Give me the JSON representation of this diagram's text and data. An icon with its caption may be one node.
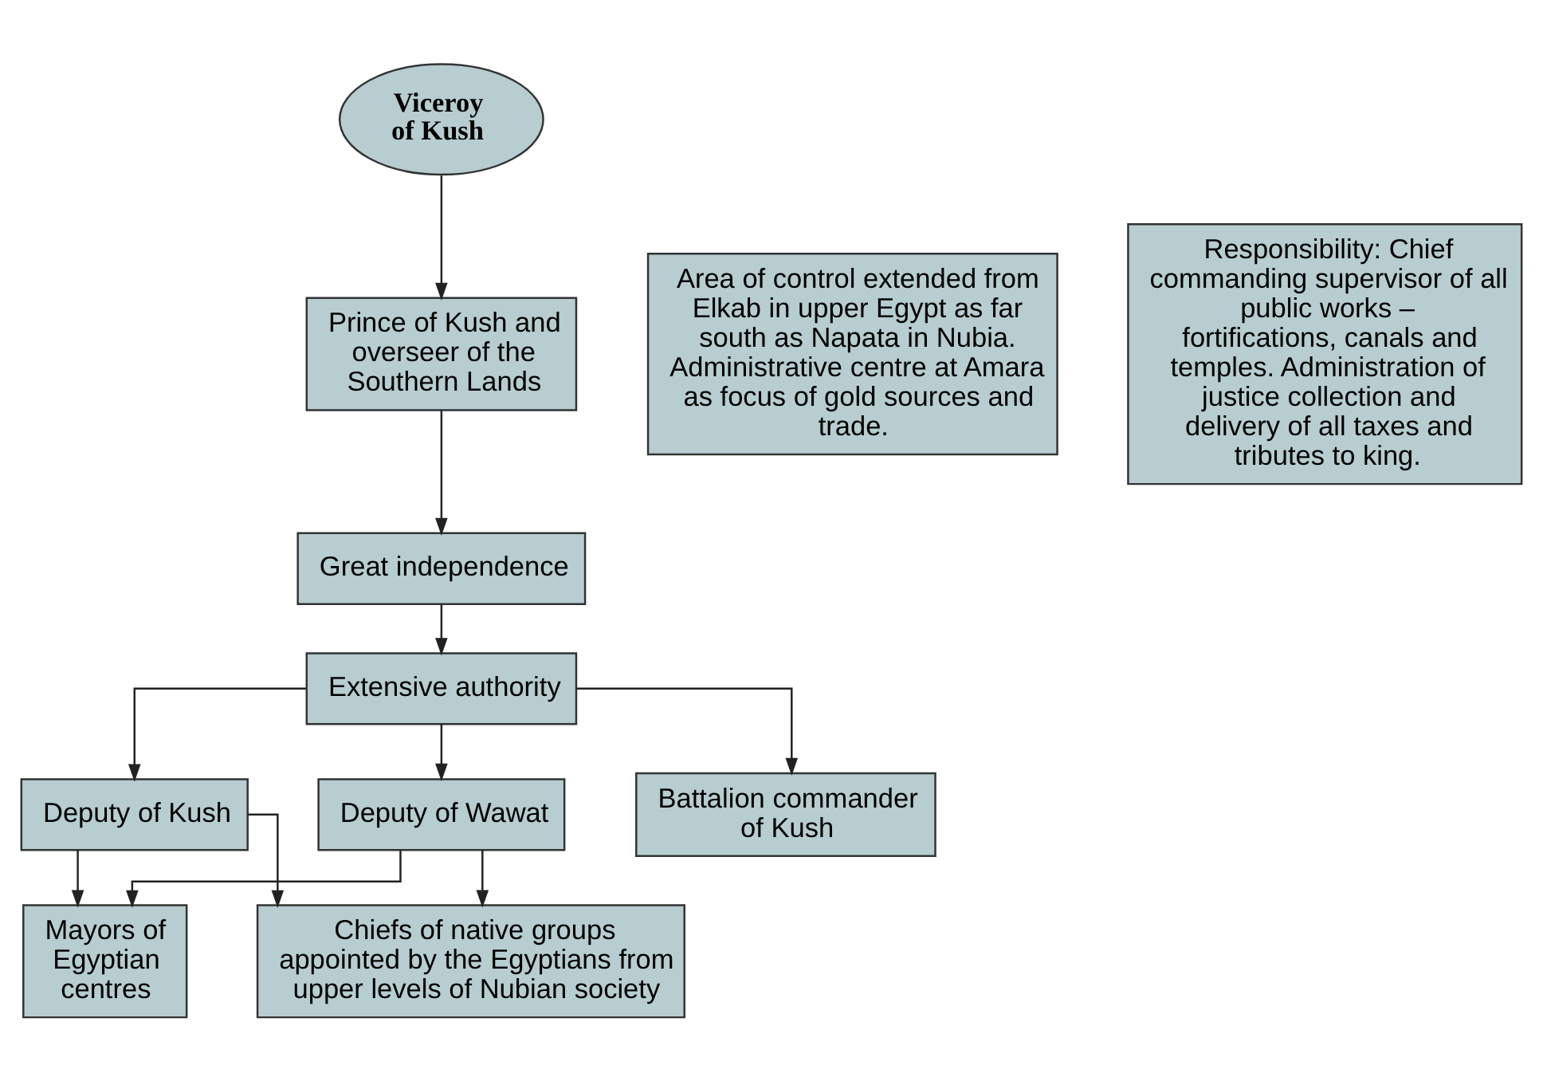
{
  "diagram": {
    "nodes": [
      {
        "text": [
          "Viceroy of Kush"
        ]
      },
      {
        "text": [
          "Area of control extended from Elkab in upper Egypt as far south as Napata in Nubia. Administrative centre at Amara as focus of gold sources and trade."
        ]
      },
      {
        "text": [
          "Prince of Kush and overseer of the Southern Lands"
        ]
      },
      {
        "text": [
          "Responsibility: Chief commanding supervisor of all public works – fortifications, canals and temples. Administration of justice collection and delivery of all taxes and tributes to king."
        ]
      },
      {
        "text": [
          "Great independence"
        ]
      },
      {
        "text": [
          "Extensive authority"
        ]
      },
      {
        "text": [
          "Deputy of Wawat"
        ]
      },
      {
        "text": [
          "Deputy of Kush"
        ]
      },
      {
        "text": [
          "Battalion commander of Kush"
        ]
      },
      {
        "text": [
          "Mayors of Egyptian centres"
        ]
      },
      {
        "text": [
          "Chiefs of native groups appointed by the Egyptians from upper levels of Nubian society"
        ]
      }
    ],
    "edges": [
      {
        "from": 0,
        "to": 2,
        "arrow": "to"
      },
      {
        "from": 2,
        "to": 4,
        "arrow": "to"
      },
      {
        "from": 4,
        "to": 5,
        "arrow": "to"
      },
      {
        "from": 5,
        "to": 6,
        "arrow": "to"
      },
      {
        "from": 5,
        "to": 7,
        "arrow": "to"
      },
      {
        "from": 5,
        "to": 8,
        "arrow": "to"
      },
      {
        "from": 6,
        "to": 9,
        "arrow": "to"
      },
      {
        "from": 6,
        "to": 10,
        "arrow": "to"
      },
      {
        "from": 7,
        "to": 9,
        "arrow": "to"
      },
      {
        "from": 7,
        "to": 10,
        "arrow": "to"
      }
    ]
  }
}
